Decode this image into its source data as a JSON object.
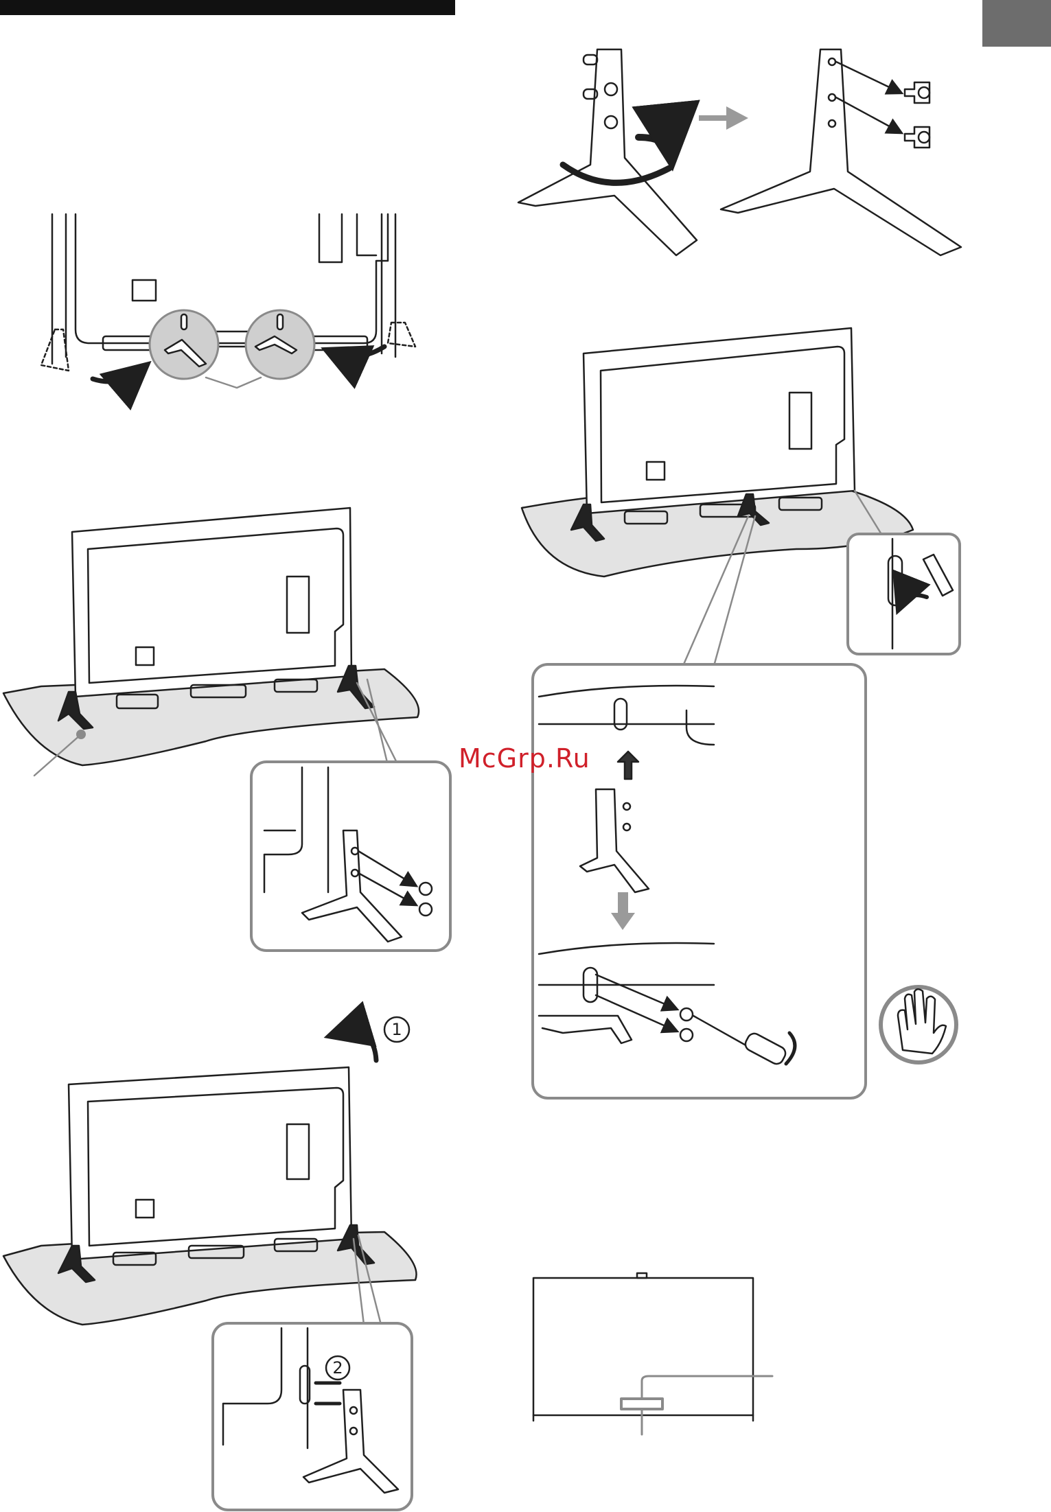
{
  "page": {
    "watermark_text": "McGrp.Ru",
    "callout_step_1": "1",
    "callout_step_2": "2"
  },
  "colors": {
    "line": "#1f1f1f",
    "table_fill": "#e3e3e3",
    "callout_frame": "#8a8a8a",
    "zoom_fill": "#cfcfcf",
    "arrow_gray": "#9a9a9a",
    "tab_gray": "#6d6d6d",
    "watermark_red": "#d0202a"
  },
  "icons": {
    "hand_caution": "hand-caution-icon",
    "rotate_arrow": "rotate-arrow-icon",
    "screw": "screw-icon"
  }
}
